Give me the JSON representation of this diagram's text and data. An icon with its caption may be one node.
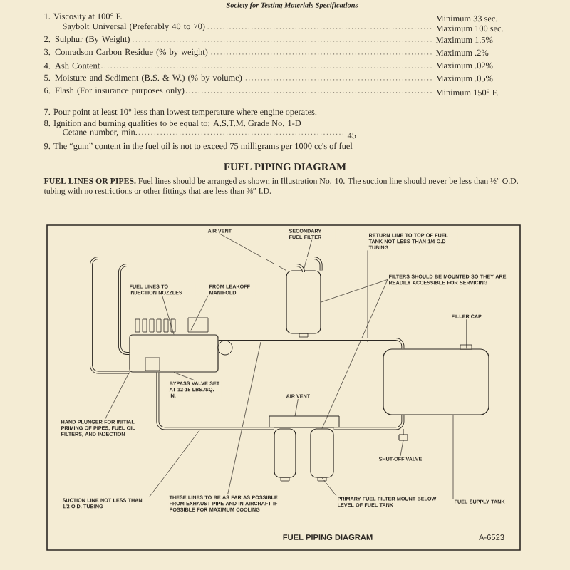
{
  "diagram": {
    "title": "FUEL PIPING DIAGRAM",
    "caption": "FUEL PIPING DIAGRAM",
    "nodes": [
      {
        "text": [
          "AIR VENT"
        ]
      },
      {
        "text": [
          "SECONDARY FUEL FILTER"
        ]
      },
      {
        "text": [
          "RETURN LINE TO TOP OF FUEL TANK NOT LESS THAN 1/4 O.D TUBING"
        ]
      },
      {
        "text": [
          "FILTERS SHOULD BE MOUNTED SO THEY ARE READILY ACCESSIBLE FOR SERVICING"
        ]
      },
      {
        "text": [
          "FUEL LINES TO INJECTION NOZZLES"
        ]
      },
      {
        "text": [
          "FROM LEAKOFF MANIFOLD"
        ]
      },
      {
        "text": [
          "FILLER CAP"
        ]
      },
      {
        "text": [
          "BYPASS VALVE SET AT 12-15 LBS./SQ. IN."
        ]
      },
      {
        "text": [
          "HAND PLUNGER FOR INITIAL PRIMING OF PIPES, FUEL OIL FILTERS, AND INJECTION"
        ]
      },
      {
        "text": [
          "AIR VENT"
        ]
      },
      {
        "text": [
          "SHUT-OFF VALVE"
        ]
      },
      {
        "text": [
          "SUCTION LINE NOT LESS THAN 1/2 O.D. TUBING"
        ]
      },
      {
        "text": [
          "THESE LINES TO BE AS FAR AS POSSIBLE FROM EXHAUST PIPE AND IN AIRCRAFT IF POSSIBLE FOR MAXIMUM COOLING"
        ]
      },
      {
        "text": [
          "PRIMARY FUEL FILTER MOUNT BELOW LEVEL OF FUEL TANK"
        ]
      },
      {
        "text": [
          "FUEL SUPPLY TANK"
        ]
      },
      {
        "text": [],
        "shape": "picture"
      },
      {
        "text": [],
        "shape": "cylinder"
      },
      {
        "text": [],
        "shape": "cylinder"
      },
      {
        "text": [],
        "shape": "cylinder"
      },
      {
        "text": [],
        "shape": "box"
      }
    ],
    "edges": [
      {
        "from": 0,
        "to": 16,
        "arrow": "none"
      },
      {
        "from": 1,
        "to": 16,
        "arrow": "none"
      },
      {
        "from": 2,
        "to": null,
        "arrow": "none"
      },
      {
        "from": 3,
        "to": 16,
        "arrow": "none"
      },
      {
        "from": 3,
        "to": 18,
        "arrow": "none"
      },
      {
        "from": 4,
        "to": 15,
        "arrow": "none"
      },
      {
        "from": 5,
        "to": 15,
        "arrow": "none"
      },
      {
        "from": 6,
        "to": 19,
        "arrow": "none"
      },
      {
        "from": 7,
        "to": 15,
        "arrow": "none"
      },
      {
        "from": 8,
        "to": 15,
        "arrow": "none"
      },
      {
        "from": 9,
        "to": null,
        "arrow": "none"
      },
      {
        "from": 10,
        "to": null,
        "arrow": "none"
      },
      {
        "from": 11,
        "to": null,
        "arrow": "none"
      },
      {
        "from": 12,
        "to": null,
        "arrow": "none"
      },
      {
        "from": 13,
        "to": 18,
        "arrow": "none"
      },
      {
        "from": 14,
        "to": 19,
        "arrow": "none"
      },
      {
        "from": 16,
        "to": 15,
        "arrow": "none",
        "style": "thick"
      },
      {
        "from": 16,
        "to": 15,
        "arrow": "none",
        "style": "thick"
      },
      {
        "from": 15,
        "to": 19,
        "arrow": "none",
        "style": "thick"
      },
      {
        "from": 19,
        "to": 18,
        "arrow": "none",
        "style": "thick"
      },
      {
        "from": 17,
        "to": 15,
        "arrow": "none",
        "style": "thick"
      }
    ],
    "labels": [
      "Society for Testing Materials Specifications",
      "1. Viscosity at 100° F.",
      "Saybolt Universal (Preferably 40 to 70)",
      "Minimum 33 sec.",
      "Maximum 100 sec.",
      "2. Sulphur (By Weight)",
      "Maximum 1.5%",
      "3. Conradson Carbon Residue (% by weight)",
      "Maximum .2%",
      "4. Ash Content",
      "Maximum .02%",
      "5. Moisture and Sediment (B.S. & W.) (% by volume)",
      "Maximum .05%",
      "6. Flash (For insurance purposes only)",
      "Minimum 150° F.",
      "7. Pour point at least 10° less than lowest temperature where engine operates.",
      "8. Ignition and burning qualities to be equal to: A.S.T.M. Grade No. 1-D",
      "Cetane number, min.",
      "45",
      "9. The “gum” content in the fuel oil is not to exceed 75 milligrams per 1000 cc's of fuel",
      "**FUEL LINES OR PIPES.** Fuel lines should be arranged as shown in Illustration No. 10. The suction line should never be less than ½″ O.D. tubing with no restrictions or other fittings that are less than ⅜″ I.D.",
      "A-6523"
    ]
  }
}
